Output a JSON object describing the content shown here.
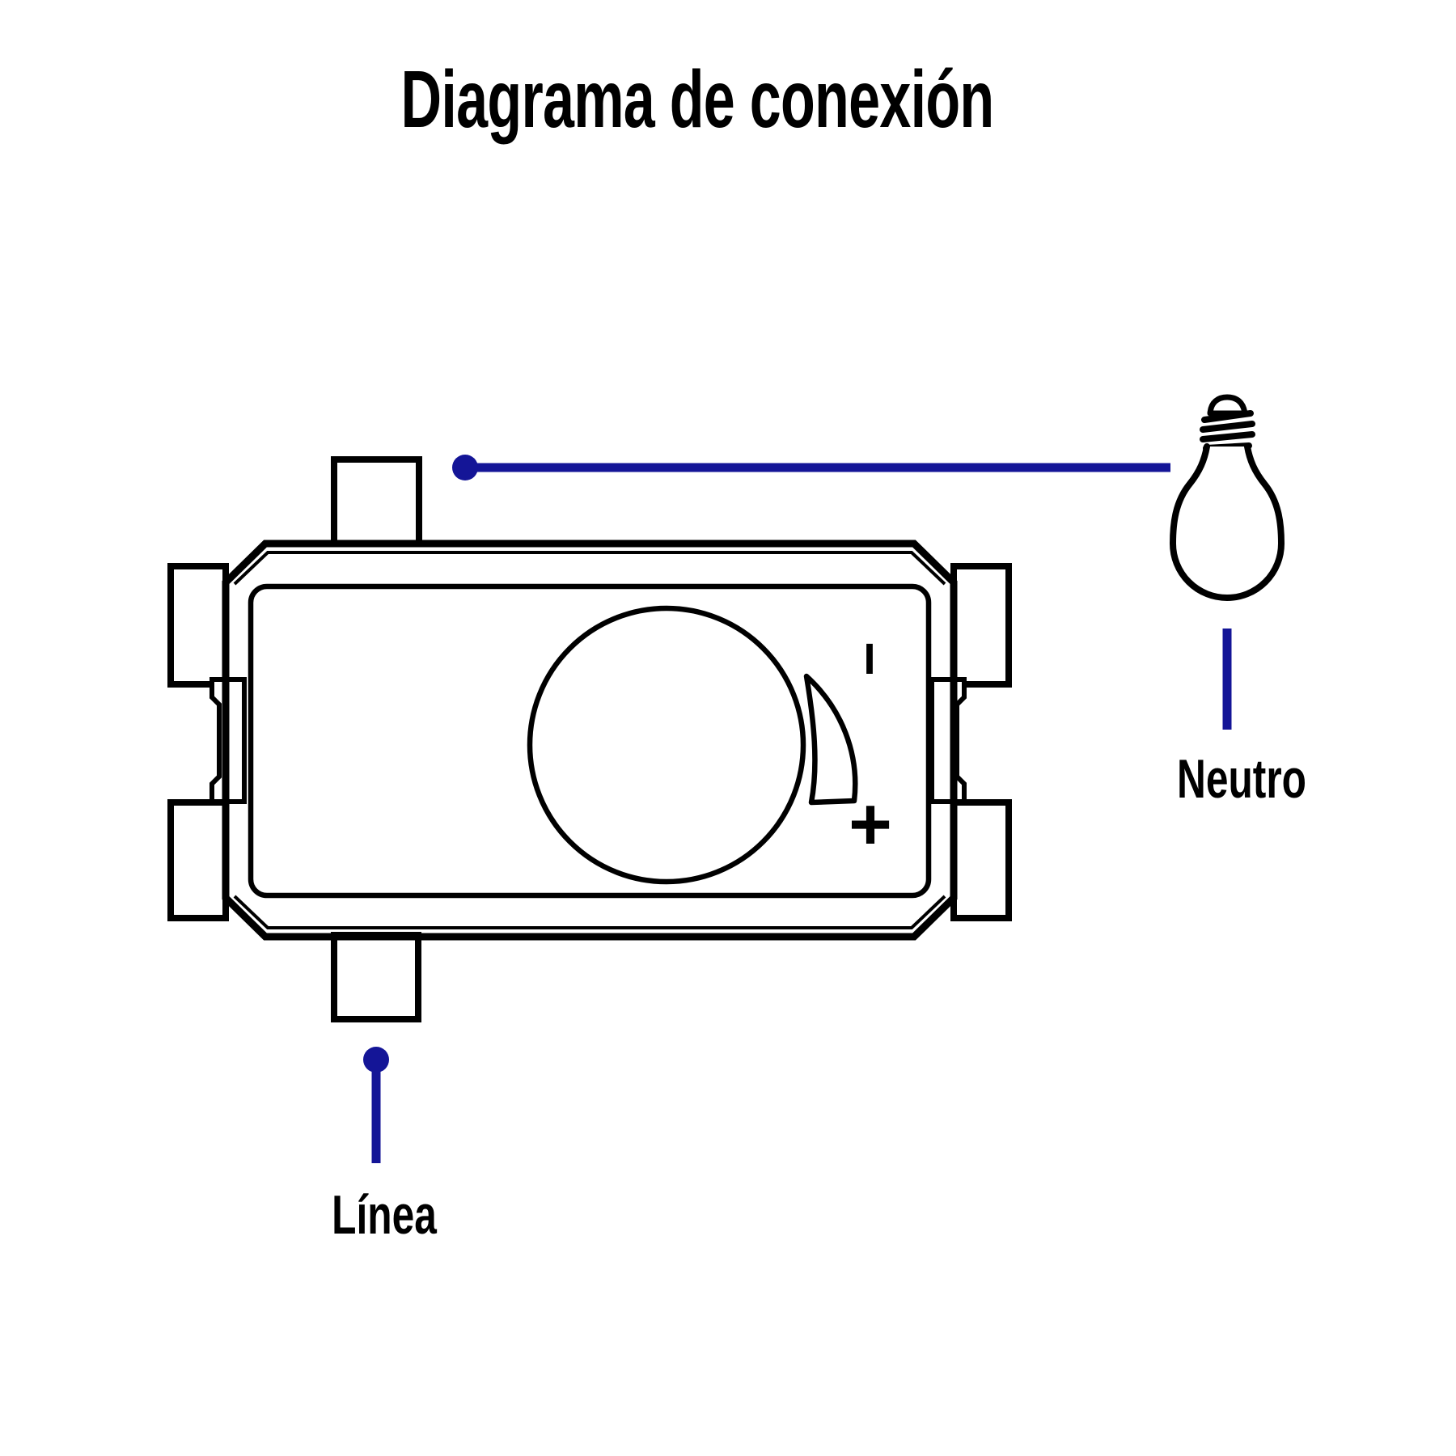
{
  "title": "Diagrama de conexión",
  "wiring": {
    "neutral_label": "Neutro",
    "line_label": "Línea"
  },
  "dimmer": {
    "intensity_min_marker": "I",
    "intensity_max_marker": "+"
  },
  "colors": {
    "wire_blue": "#141597",
    "outline_black": "#000000"
  }
}
